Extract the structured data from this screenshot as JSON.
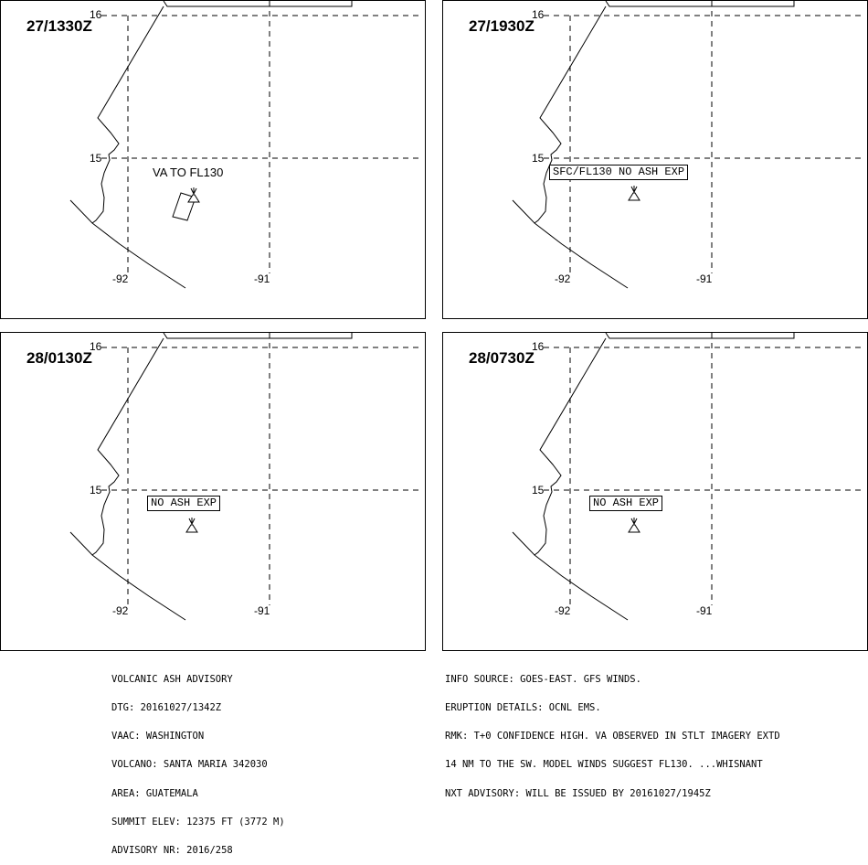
{
  "panels": [
    {
      "time": "27/1330Z",
      "lat_labels": [
        "16",
        "15"
      ],
      "lon_labels": [
        "-92",
        "-91"
      ],
      "label": "VA TO FL130",
      "label_boxed": false,
      "ash_polygon": true
    },
    {
      "time": "27/1930Z",
      "lat_labels": [
        "16",
        "15"
      ],
      "lon_labels": [
        "-92",
        "-91"
      ],
      "label": "SFC/FL130 NO ASH EXP",
      "label_boxed": true,
      "ash_polygon": false
    },
    {
      "time": "28/0130Z",
      "lat_labels": [
        "16",
        "15"
      ],
      "lon_labels": [
        "-92",
        "-91"
      ],
      "label": "NO ASH EXP",
      "label_boxed": true,
      "ash_polygon": false
    },
    {
      "time": "28/0730Z",
      "lat_labels": [
        "16",
        "15"
      ],
      "lon_labels": [
        "-92",
        "-91"
      ],
      "label": "NO ASH EXP",
      "label_boxed": true,
      "ash_polygon": false
    }
  ],
  "advisory_left": [
    "VOLCANIC ASH ADVISORY",
    "DTG: 20161027/1342Z",
    "VAAC: WASHINGTON",
    "VOLCANO: SANTA MARIA 342030",
    "AREA: GUATEMALA",
    "SUMMIT ELEV: 12375 FT (3772 M)",
    "ADVISORY NR: 2016/258"
  ],
  "advisory_right": [
    "INFO SOURCE: GOES-EAST. GFS WINDS.",
    "ERUPTION DETAILS: OCNL EMS.",
    "RMK: T+0 CONFIDENCE HIGH. VA OBSERVED IN STLT IMAGERY EXTD",
    "14 NM TO THE SW. MODEL WINDS SUGGEST FL130. ...WHISNANT",
    "NXT ADVISORY: WILL BE ISSUED BY 20161027/1945Z"
  ],
  "icons": {
    "volcano": "volcano-icon"
  }
}
